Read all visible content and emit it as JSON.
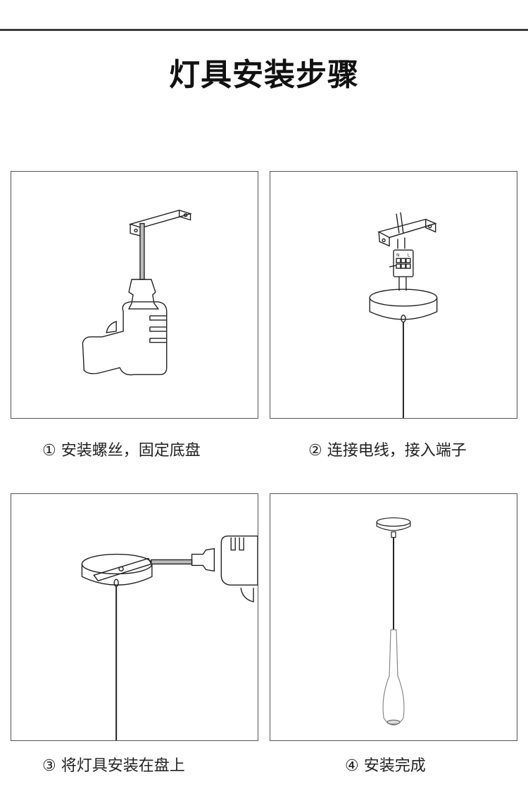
{
  "page": {
    "title": "灯具安装步骤"
  },
  "steps": [
    {
      "number": "①",
      "caption": "① 安装螺丝，固定底盘",
      "illustration": "drill-screwing-bracket"
    },
    {
      "number": "②",
      "caption": "② 连接电线，接入端子",
      "illustration": "wire-terminal-connection",
      "terminal_labels": [
        "N",
        "L"
      ]
    },
    {
      "number": "③",
      "caption": "③ 将灯具安装在盘上",
      "illustration": "drill-mounting-canopy"
    },
    {
      "number": "④",
      "caption": "④ 安装完成",
      "illustration": "installed-pendant-lamp"
    }
  ],
  "colors": {
    "line": "#222222",
    "rule": "#3a3a3a",
    "border": "#555555"
  }
}
